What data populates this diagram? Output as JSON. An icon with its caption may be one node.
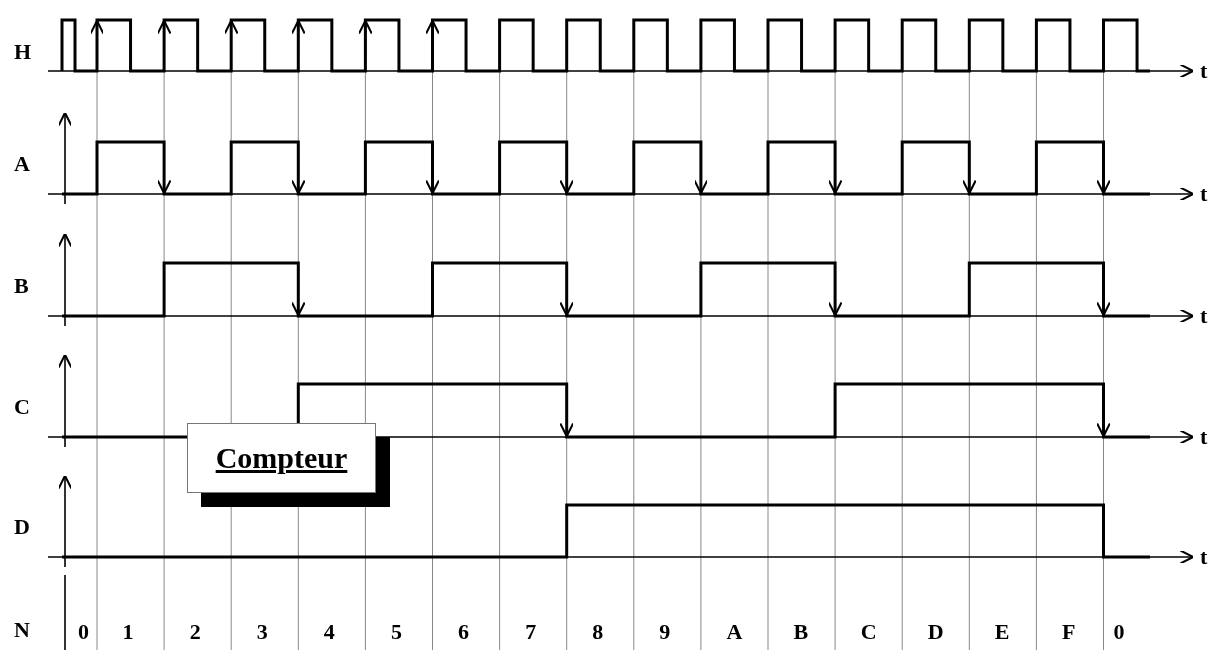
{
  "diagram": {
    "nodes": [
      {
        "text": [
          "Compteur"
        ]
      }
    ],
    "labels": [
      "H",
      "t",
      "A",
      "t",
      "B",
      "t",
      "C",
      "t",
      "D",
      "t",
      "N",
      "0",
      "1",
      "2",
      "3",
      "4",
      "5",
      "6",
      "7",
      "8",
      "9",
      "A",
      "B",
      "C",
      "D",
      "E",
      "F",
      "0"
    ]
  }
}
